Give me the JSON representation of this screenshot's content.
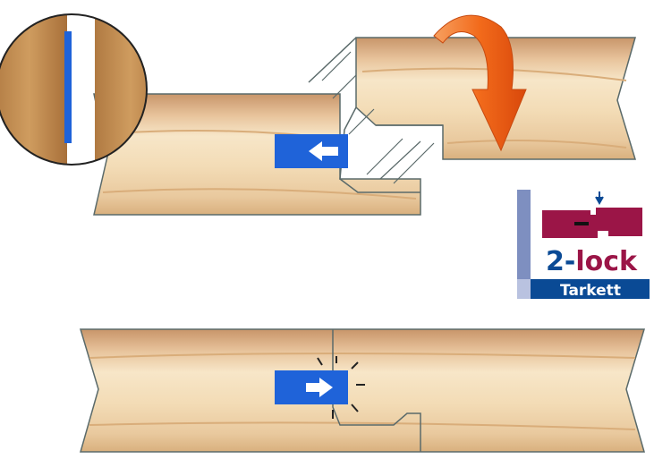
{
  "logo": {
    "number": "2-",
    "word": "lock",
    "brand": "Tarkett",
    "colors": {
      "blue": "#0a4a95",
      "crimson": "#9b1547",
      "lightblue": "#7e8fc0"
    }
  },
  "colors": {
    "arrow_orange": "#f26a1b",
    "tab_blue": "#1f63d9",
    "outline": "#5a6a6a"
  }
}
